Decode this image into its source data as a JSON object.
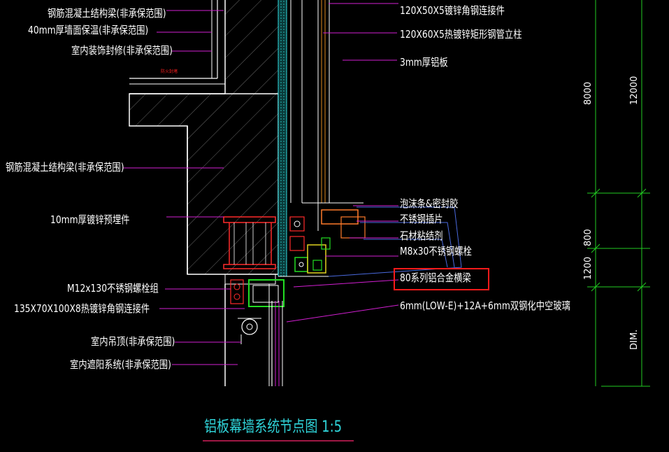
{
  "labels_left": {
    "l1": "钢筋混凝土结构梁(非承保范围)",
    "l2": "40mm厚墙面保温(非承保范围)",
    "l3": "室内装饰封修(非承保范围)",
    "l4": "钢筋混凝土结构梁(非承保范围)",
    "l5": "10mm厚镀锌预埋件",
    "l6": "M12x130不锈钢螺栓组",
    "l7": "135X70X100X8热镀锌角钢连接件",
    "l8": "室内吊顶(非承保范围)",
    "l9": "室内遮阳系统(非承保范围)"
  },
  "labels_right": {
    "r1": "120X50X5镀锌角钢连接件",
    "r2": "120X60X5热镀锌矩形钢管立柱",
    "r3": "3mm厚铝板",
    "r4": "泡沫条&密封胶",
    "r5": "不锈钢插片",
    "r6": "石材粘结剂",
    "r7": "M8x30不锈钢螺栓",
    "r8": "80系列铝合金横梁",
    "r9": "6mm(LOW-E)+12A+6mm双钢化中空玻璃"
  },
  "dimensions": {
    "d8000": "8000",
    "d12000": "12000",
    "d800": "800",
    "d1200": "1200",
    "ddim": "DIM."
  },
  "red_tag": "防火封堵",
  "title": "铝板幕墙系统节点图 1:5",
  "colors": {
    "background": "#000000",
    "leader": "#d21fd2",
    "title": "#2fd3d8",
    "dim_line": "#22cc22",
    "highlight": "#ff1a1a"
  }
}
